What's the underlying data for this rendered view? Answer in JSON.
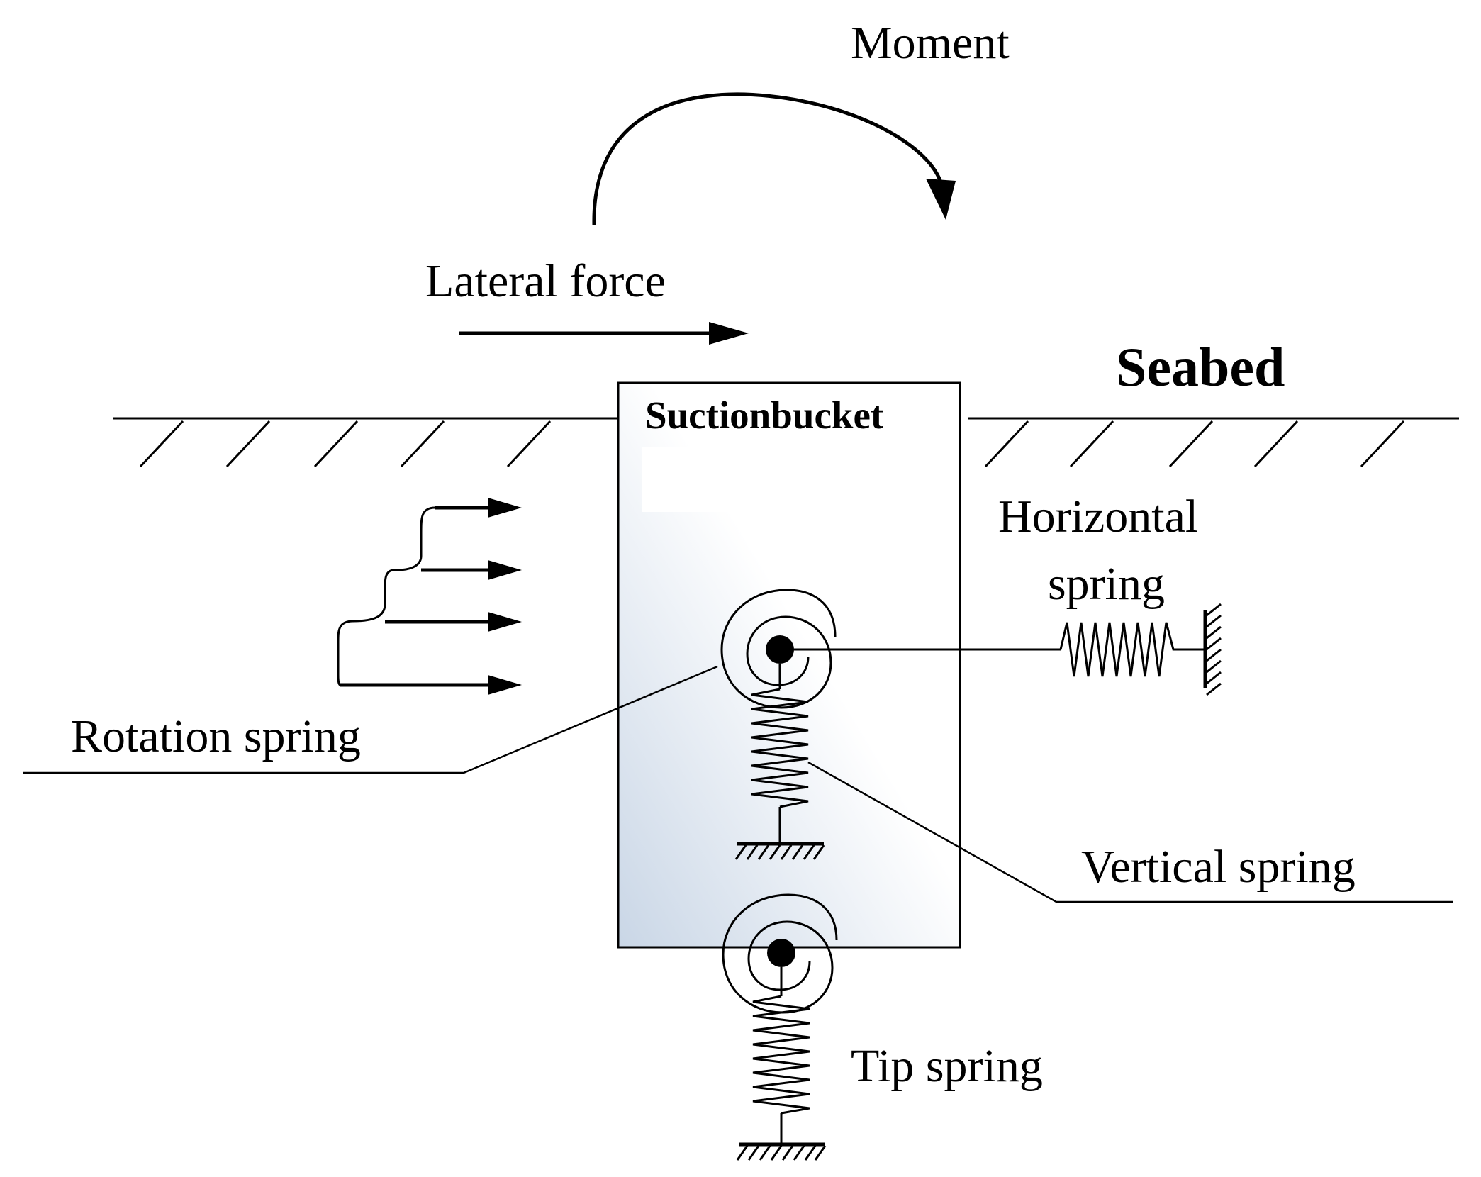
{
  "labels": {
    "moment": "Moment",
    "lateral_force": "Lateral force",
    "seabed": "Seabed",
    "suction_bucket": "Suctionbucket",
    "horizontal_spring_line1": "Horizontal",
    "horizontal_spring_line2": "spring",
    "rotation_spring": "Rotation spring",
    "vertical_spring": "Vertical spring",
    "tip_spring": "Tip spring"
  },
  "colors": {
    "ink": "#000000",
    "bucket_fill_light": "#ffffff",
    "bucket_fill_dark": "#c9d6e6"
  }
}
